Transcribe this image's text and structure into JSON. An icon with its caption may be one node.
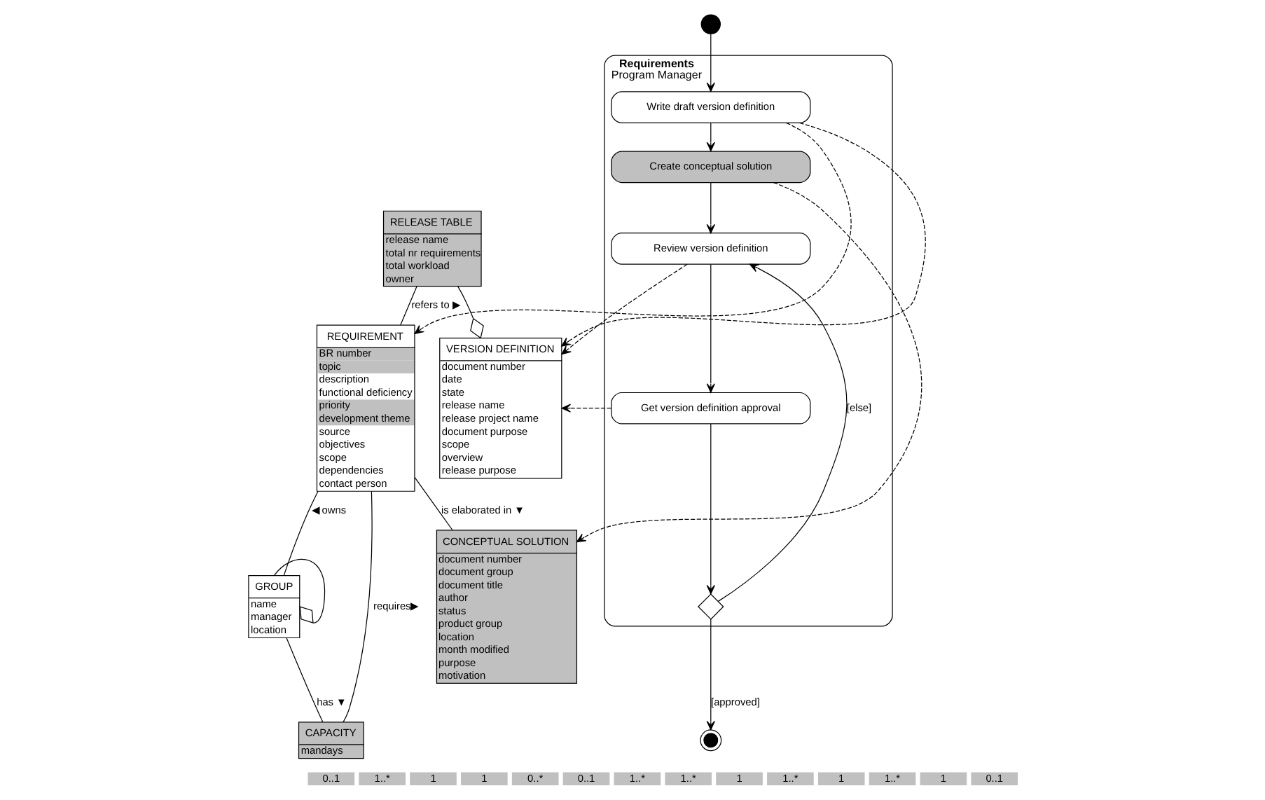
{
  "diagram": {
    "nodes": [
      {
        "text": [
          "Requirements",
          "Program Manager"
        ]
      },
      {
        "text": [],
        "shape": "circle"
      },
      {
        "text": [
          "Write draft version definition"
        ],
        "in": 0
      },
      {
        "text": [
          "Create conceptual solution"
        ],
        "in": 0
      },
      {
        "text": [
          "Review version definition"
        ],
        "in": 0
      },
      {
        "text": [
          "Get version definition approval"
        ],
        "in": 0
      },
      {
        "text": [],
        "shape": "diamond",
        "in": 0
      },
      {
        "text": [],
        "shape": "circle"
      },
      {
        "text": [
          "RELEASE TABLE",
          "release name",
          "total nr requirements",
          "total workload",
          "owner"
        ]
      },
      {
        "text": [
          "REQUIREMENT",
          "BR number",
          "topic",
          "description",
          "functional deficiency",
          "priority",
          "development theme",
          "source",
          "objectives",
          "scope",
          "dependencies",
          "contact person"
        ]
      },
      {
        "text": [
          "GROUP",
          "name",
          "manager",
          "location"
        ]
      },
      {
        "text": [
          "CAPACITY",
          "mandays"
        ]
      },
      {
        "text": [
          "VERSION DEFINITION",
          "document number",
          "date",
          "state",
          "release name",
          "release project name",
          "document purpose",
          "scope",
          "overview",
          "release purpose"
        ]
      },
      {
        "text": [
          "CONCEPTUAL SOLUTION",
          "document number",
          "document group",
          "document title",
          "author",
          "status",
          "product group",
          "location",
          "month modified",
          "purpose",
          "motivation"
        ]
      }
    ],
    "edges": [
      {
        "from": 1,
        "to": 2,
        "arrow": "to"
      },
      {
        "from": 2,
        "to": 3,
        "arrow": "to"
      },
      {
        "from": 3,
        "to": 4,
        "arrow": "to"
      },
      {
        "from": 4,
        "to": 5,
        "arrow": "to"
      },
      {
        "from": 5,
        "to": 6,
        "arrow": "to"
      },
      {
        "from": 6,
        "to": 4,
        "arrow": "to",
        "label": "[else]"
      },
      {
        "from": 6,
        "to": 7,
        "arrow": "to",
        "label": "[approved]"
      },
      {
        "from": 2,
        "to": 9,
        "arrow": "to",
        "style": "dashed"
      },
      {
        "from": 2,
        "to": 12,
        "arrow": "to",
        "style": "dashed"
      },
      {
        "from": 3,
        "to": 13,
        "arrow": "to",
        "style": "dashed"
      },
      {
        "from": 4,
        "to": 12,
        "arrow": "to",
        "style": "dashed"
      },
      {
        "from": 5,
        "to": 12,
        "arrow": "to",
        "style": "dashed"
      },
      {
        "from": 8,
        "to": 9,
        "arrow": "none",
        "label": "refers to ▶"
      },
      {
        "from": 8,
        "to": 12,
        "arrow": "other"
      },
      {
        "from": 10,
        "to": 10,
        "arrow": "other"
      },
      {
        "from": 9,
        "to": 10,
        "arrow": "none",
        "label": "◀ owns"
      },
      {
        "from": 10,
        "to": 11,
        "arrow": "none",
        "label": "has ▼"
      },
      {
        "from": 9,
        "to": 11,
        "arrow": "none",
        "label": "requires▶"
      },
      {
        "from": 9,
        "to": 13,
        "arrow": "none",
        "label": "is elaborated in ▼"
      }
    ],
    "labels": [
      "0..1",
      "1..*",
      "1",
      "1",
      "0..*",
      "0..1",
      "1..*",
      "1..*",
      "1",
      "1..*",
      "1",
      "1..*",
      "1",
      "0..1"
    ]
  }
}
